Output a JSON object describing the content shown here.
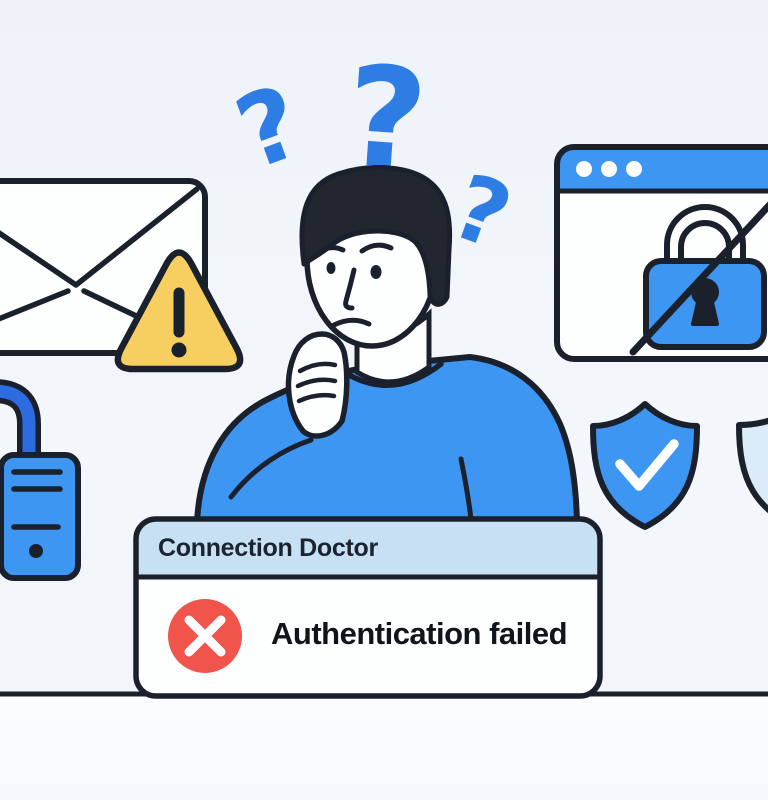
{
  "dialog": {
    "title": "Connection Doctor",
    "message": "Authentication failed",
    "error_icon": "x-circle"
  },
  "illustration": {
    "question_mark": "?",
    "icons": {
      "mail": "envelope",
      "alert": "warning-triangle",
      "server": "locked-server",
      "blocked": "crossed-padlock-browser",
      "secure": "shield-checkmark",
      "shield_alt": "shield-outline",
      "confusion": "question-marks"
    }
  },
  "theme": {
    "background": "#f2f6fb",
    "outline": "#1b212c",
    "blue": "#3e96f3",
    "deep_blue": "#2e7de5",
    "shackle_blue": "#2d6be0",
    "light_shield": "#dcebf8",
    "titlebar_blue": "#c7e0f4",
    "yellow": "#f6cf60",
    "red": "#f0544a",
    "white": "#fdfefe",
    "hair": "#22262e"
  }
}
